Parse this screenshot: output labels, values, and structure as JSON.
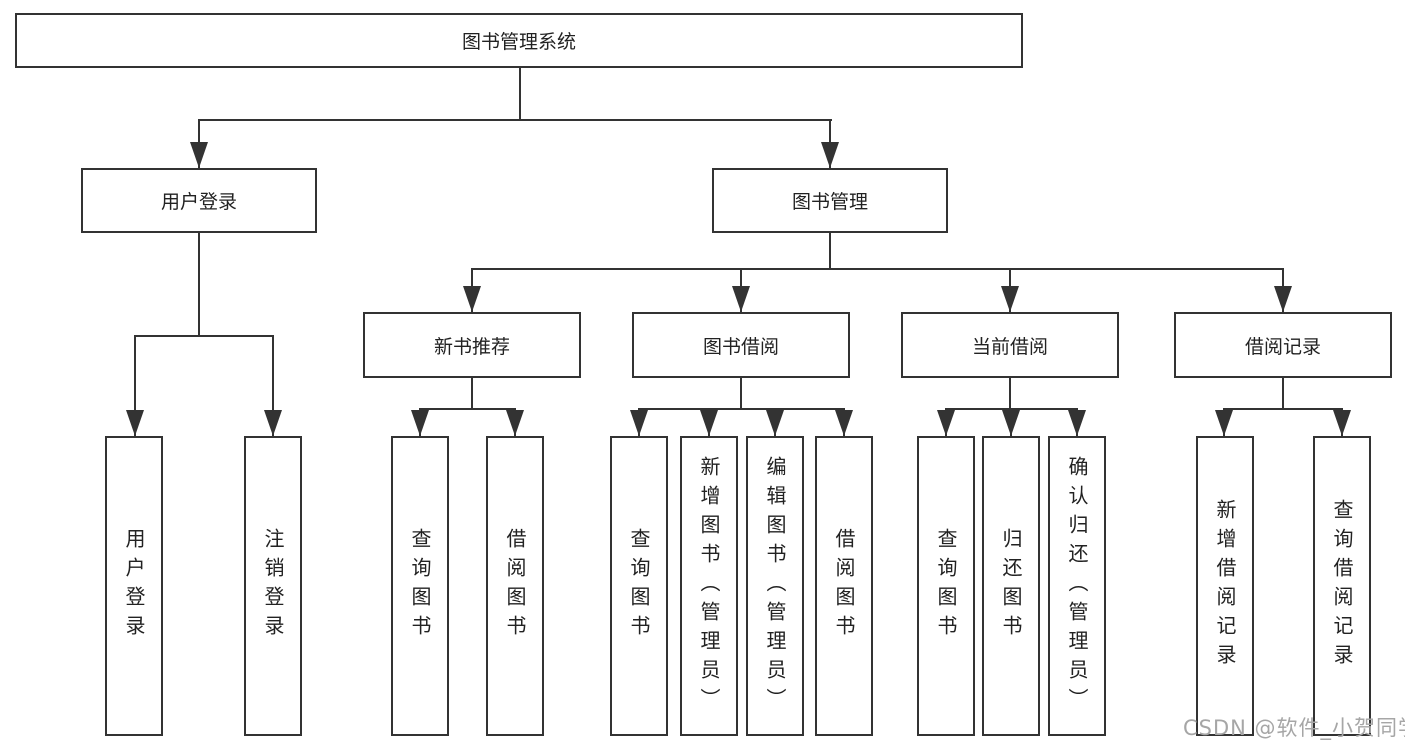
{
  "diagram": {
    "root": {
      "label": "图书管理系统"
    },
    "branches": [
      {
        "label": "用户登录",
        "children": [
          {
            "label": "用户登录"
          },
          {
            "label": "注销登录"
          }
        ]
      },
      {
        "label": "图书管理",
        "children": [
          {
            "label": "新书推荐",
            "children": [
              {
                "label": "查询图书"
              },
              {
                "label": "借阅图书"
              }
            ]
          },
          {
            "label": "图书借阅",
            "children": [
              {
                "label": "查询图书"
              },
              {
                "label": "新增图书（管理员）"
              },
              {
                "label": "编辑图书（管理员）"
              },
              {
                "label": "借阅图书"
              }
            ]
          },
          {
            "label": "当前借阅",
            "children": [
              {
                "label": "查询图书"
              },
              {
                "label": "归还图书"
              },
              {
                "label": "确认归还（管理员）"
              }
            ]
          },
          {
            "label": "借阅记录",
            "children": [
              {
                "label": "新增借阅记录"
              },
              {
                "label": "查询借阅记录"
              }
            ]
          }
        ]
      }
    ]
  },
  "watermark": {
    "text": "CSDN @软件_小贺同学"
  },
  "colors": {
    "line": "#333333",
    "box_border": "#333333",
    "text": "#222222",
    "background": "#ffffff",
    "watermark": "#a6a6a6"
  }
}
